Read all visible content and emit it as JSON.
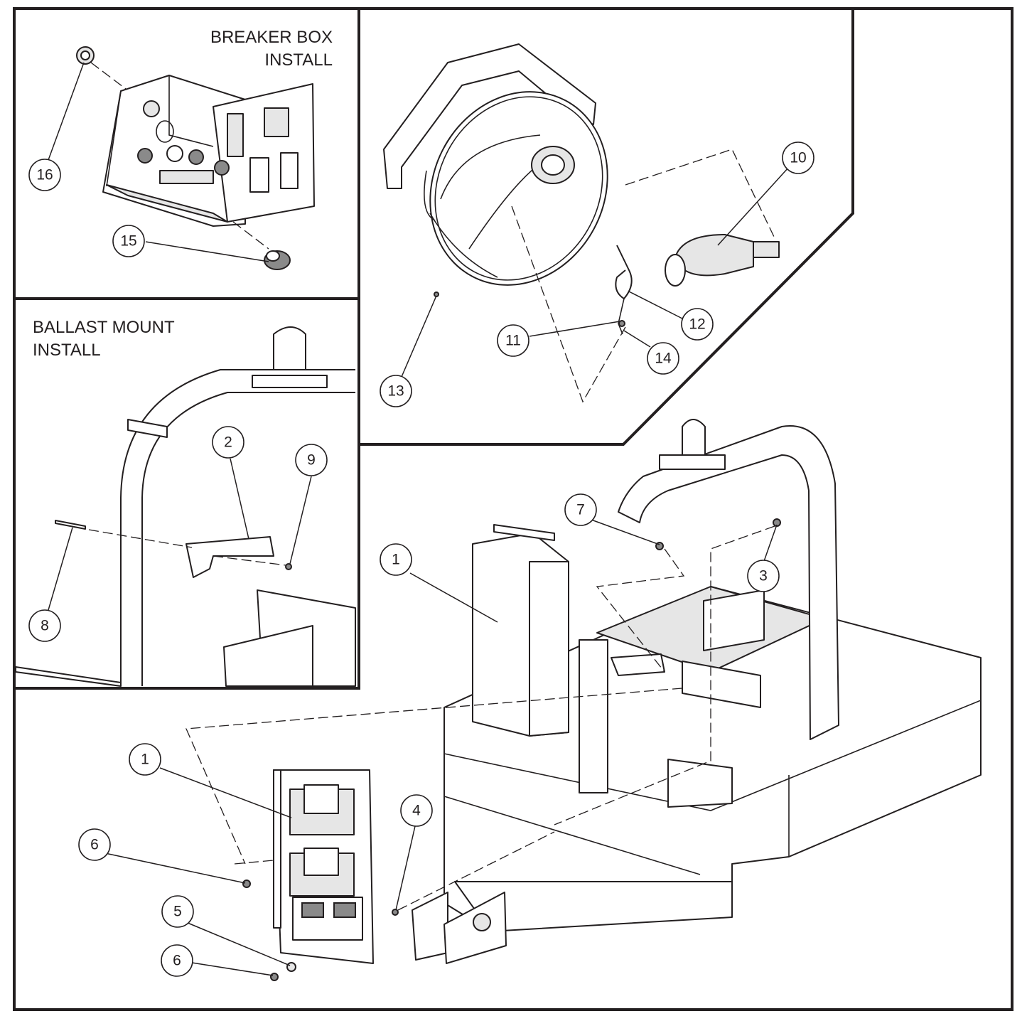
{
  "panels": {
    "breaker_box": {
      "title_lines": [
        "BREAKER BOX",
        "INSTALL"
      ]
    },
    "ballast_mount": {
      "title_lines": [
        "BALLAST MOUNT",
        "INSTALL"
      ]
    }
  },
  "callouts": [
    {
      "id": "c16",
      "label": "16"
    },
    {
      "id": "c15",
      "label": "15"
    },
    {
      "id": "c10",
      "label": "10"
    },
    {
      "id": "c12",
      "label": "12"
    },
    {
      "id": "c11",
      "label": "11"
    },
    {
      "id": "c14",
      "label": "14"
    },
    {
      "id": "c13",
      "label": "13"
    },
    {
      "id": "c2",
      "label": "2"
    },
    {
      "id": "c9",
      "label": "9"
    },
    {
      "id": "c8",
      "label": "8"
    },
    {
      "id": "c7",
      "label": "7"
    },
    {
      "id": "c3",
      "label": "3"
    },
    {
      "id": "c1a",
      "label": "1"
    },
    {
      "id": "c1b",
      "label": "1"
    },
    {
      "id": "c6a",
      "label": "6"
    },
    {
      "id": "c4",
      "label": "4"
    },
    {
      "id": "c5",
      "label": "5"
    },
    {
      "id": "c6b",
      "label": "6"
    }
  ],
  "colors": {
    "ink": "#231f20",
    "paper": "#ffffff",
    "shade": "#e6e6e6"
  }
}
